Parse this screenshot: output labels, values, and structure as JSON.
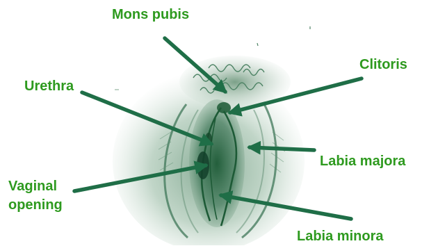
{
  "colors": {
    "label": "#2e9a1f",
    "arrow": "#1f6e47",
    "sketch_dark": "#1d5a36",
    "sketch_mid": "#4f8466",
    "sketch_light": "#a9c4b1",
    "background": "#ffffff"
  },
  "illustration": {
    "subject": "anatomical-sketch-female-external-genitalia",
    "style": "green pencil shading"
  },
  "labels": {
    "mons_pubis": "Mons pubis",
    "clitoris": "Clitoris",
    "urethra": "Urethra",
    "labia_majora": "Labia majora",
    "vaginal_opening_line1": "Vaginal",
    "vaginal_opening_line2": "opening",
    "labia_minora": "Labia minora"
  }
}
